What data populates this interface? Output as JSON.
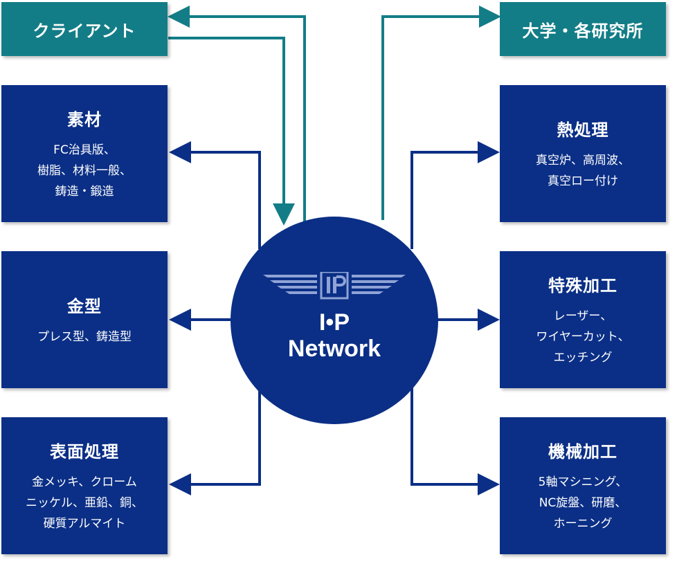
{
  "hub": {
    "line1": "I•P",
    "line2": "Network"
  },
  "colors": {
    "navy": "#0b2f86",
    "teal": "#137d87",
    "logo": "#8fa3d6"
  },
  "top_left": {
    "label": "クライアント"
  },
  "top_right": {
    "label": "大学・各研究所"
  },
  "left_boxes": [
    {
      "title": "素材",
      "lines": [
        "FC治具版、",
        "樹脂、材料一般、",
        "鋳造・鍛造"
      ]
    },
    {
      "title": "金型",
      "lines": [
        "プレス型、鋳造型"
      ]
    },
    {
      "title": "表面処理",
      "lines": [
        "金メッキ、クローム",
        "ニッケル、亜鉛、銅、",
        "硬質アルマイト"
      ]
    }
  ],
  "right_boxes": [
    {
      "title": "熱処理",
      "lines": [
        "真空炉、高周波、",
        "真空ロー付け"
      ]
    },
    {
      "title": "特殊加工",
      "lines": [
        "レーザー、",
        "ワイヤーカット、",
        "エッチング"
      ]
    },
    {
      "title": "機械加工",
      "lines": [
        "5軸マシニング、",
        "NC旋盤、研磨、",
        "ホーニング"
      ]
    }
  ]
}
